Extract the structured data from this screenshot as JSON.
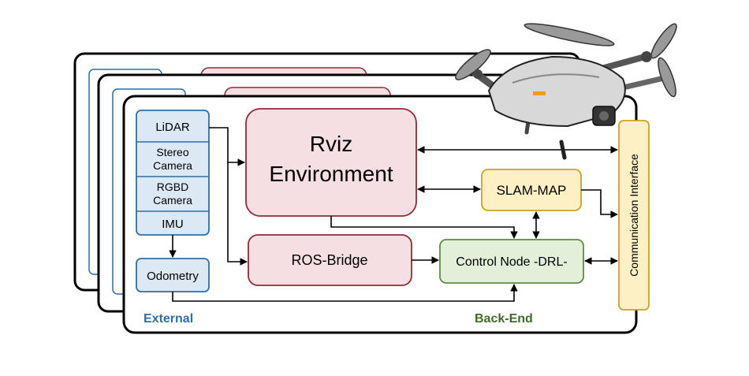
{
  "sensors": [
    "LiDAR",
    "Stereo\nCamera",
    "RGBD\nCamera",
    "IMU"
  ],
  "odometry": "Odometry",
  "rviz": {
    "line1": "Rviz",
    "line2": "Environment"
  },
  "ros_bridge": "ROS-Bridge",
  "slam_map": "SLAM-MAP",
  "control_node": "Control Node -DRL-",
  "communication_interface": "Communication Interface",
  "section_external": "External",
  "section_backend": "Back-End",
  "colors": {
    "sensor_fill": "#dce9f5",
    "sensor_stroke": "#2f6ea6",
    "rviz_fill": "#f6dfe2",
    "rviz_stroke": "#8e2b35",
    "slam_fill": "#fdf0c4",
    "slam_stroke": "#c9a227",
    "control_fill": "#e2efd9",
    "control_stroke": "#5f8a45",
    "comm_fill": "#fdf0c4",
    "external_text": "#2f6ea6",
    "backend_text": "#3f6b2a"
  }
}
